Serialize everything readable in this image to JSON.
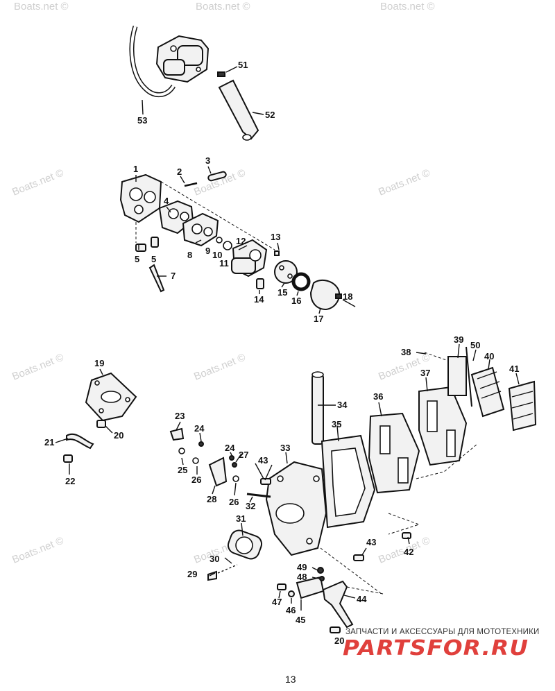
{
  "watermarks": [
    "Boats.net ©",
    "Boats.net ©",
    "Boats.net ©",
    "Boats.net ©",
    "Boats.net ©",
    "Boats.net ©",
    "Boats.net ©",
    "Boats.net ©",
    "Boats.net ©",
    "Boats.net ©",
    "Boats.net ©",
    "Boats.net ©"
  ],
  "callouts": [
    "51",
    "52",
    "53",
    "1",
    "2",
    "3",
    "4",
    "5",
    "5",
    "7",
    "8",
    "9",
    "10",
    "11",
    "12",
    "13",
    "14",
    "15",
    "16",
    "17",
    "18",
    "19",
    "20",
    "20",
    "21",
    "22",
    "23",
    "24",
    "24",
    "25",
    "26",
    "26",
    "27",
    "28",
    "29",
    "30",
    "31",
    "32",
    "33",
    "34",
    "35",
    "36",
    "37",
    "38",
    "39",
    "40",
    "41",
    "42",
    "43",
    "43",
    "44",
    "45",
    "46",
    "47",
    "48",
    "49",
    "50"
  ],
  "branding": {
    "tagline": "ЗАПЧАСТИ И АКСЕССУАРЫ ДЛЯ МОТОТЕХНИКИ",
    "logo_text": "PARTSFOR.RU"
  },
  "page_number": "13"
}
